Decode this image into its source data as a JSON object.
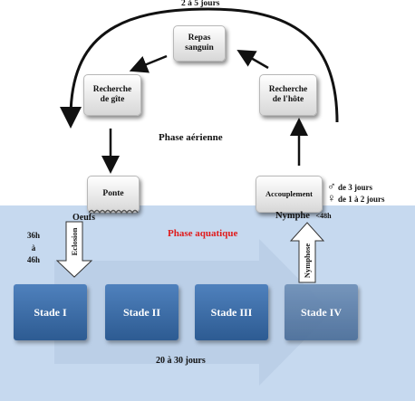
{
  "top_duration": "2 à 5 jours",
  "boxes": {
    "repas": "Repas\nsanguin",
    "gite": "Recherche\nde gîte",
    "hote": "Recherche\nde l'hôte",
    "ponte": "Ponte",
    "accouplement": "Accouplement"
  },
  "phase_aerienne": "Phase aérienne",
  "phase_aquatique": "Phase aquatique",
  "male_duration": "de 3 jours",
  "female_duration": "de 1 à 2 jours",
  "oeufs": "Oeufs",
  "eclosion": "Eclosion",
  "eclosion_time": "36h\nà\n46h",
  "nymphe": "Nymphe",
  "nymphe_time": "<48h",
  "nymphose": "Nymphose",
  "stages": [
    "Stade I",
    "Stade II",
    "Stade III",
    "Stade IV"
  ],
  "larval_duration": "20 à 30 jours",
  "colors": {
    "water": "#c6d9ef",
    "stage": "#3a6aa5",
    "stage_last": "#5b7fa8",
    "title_red": "#e01b1b"
  }
}
